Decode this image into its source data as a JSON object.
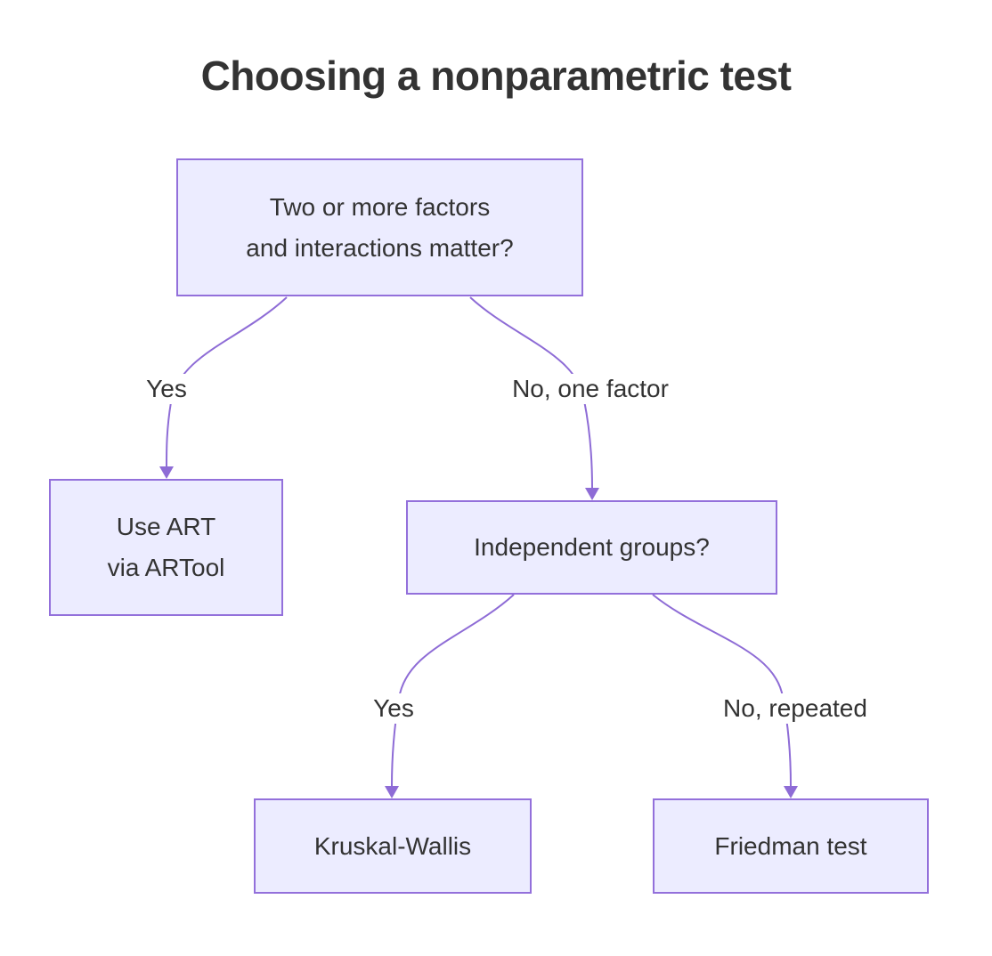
{
  "title": "Choosing a nonparametric test",
  "nodes": {
    "root": {
      "label": "Two or more factors\nand interactions matter?"
    },
    "art": {
      "label": "Use ART\nvia ARTool"
    },
    "independent": {
      "label": "Independent groups?"
    },
    "kruskal": {
      "label": "Kruskal-Wallis"
    },
    "friedman": {
      "label": "Friedman test"
    }
  },
  "edges": {
    "root_art": {
      "label": "Yes"
    },
    "root_independent": {
      "label": "No, one factor"
    },
    "independent_kruskal": {
      "label": "Yes"
    },
    "independent_friedman": {
      "label": "No, repeated"
    }
  },
  "colors": {
    "node_fill": "#ECECFF",
    "node_border": "#9370DB",
    "edge_stroke": "#8E6CD6",
    "text": "#333333",
    "background": "#FFFFFF"
  }
}
